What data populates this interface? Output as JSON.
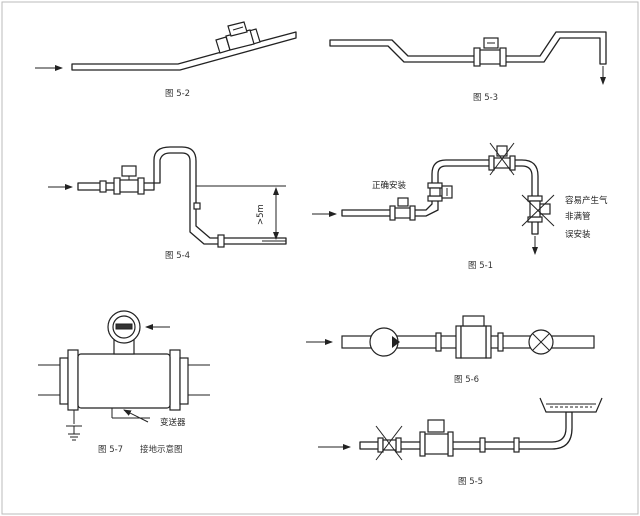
{
  "figures": {
    "fig_5_2": {
      "caption": "图 5-2"
    },
    "fig_5_3": {
      "caption": "图 5-3"
    },
    "fig_5_4": {
      "caption": "图 5-4",
      "height_label": ">5m"
    },
    "fig_5_1": {
      "caption": "图 5-1",
      "correct_label": "正确安装",
      "wrong_label_line1": "容易产生气",
      "wrong_label_line2": "非满管",
      "wrong_label_line3": "误安装"
    },
    "fig_5_7": {
      "caption": "图 5-7",
      "title": "接地示意图",
      "transmitter_label": "变送器"
    },
    "fig_5_6": {
      "caption": "图 5-6"
    },
    "fig_5_5": {
      "caption": "图 5-5"
    }
  },
  "icons": [
    "flow-arrow-icon",
    "flowmeter-icon",
    "valve-icon",
    "pump-icon",
    "ground-icon"
  ]
}
